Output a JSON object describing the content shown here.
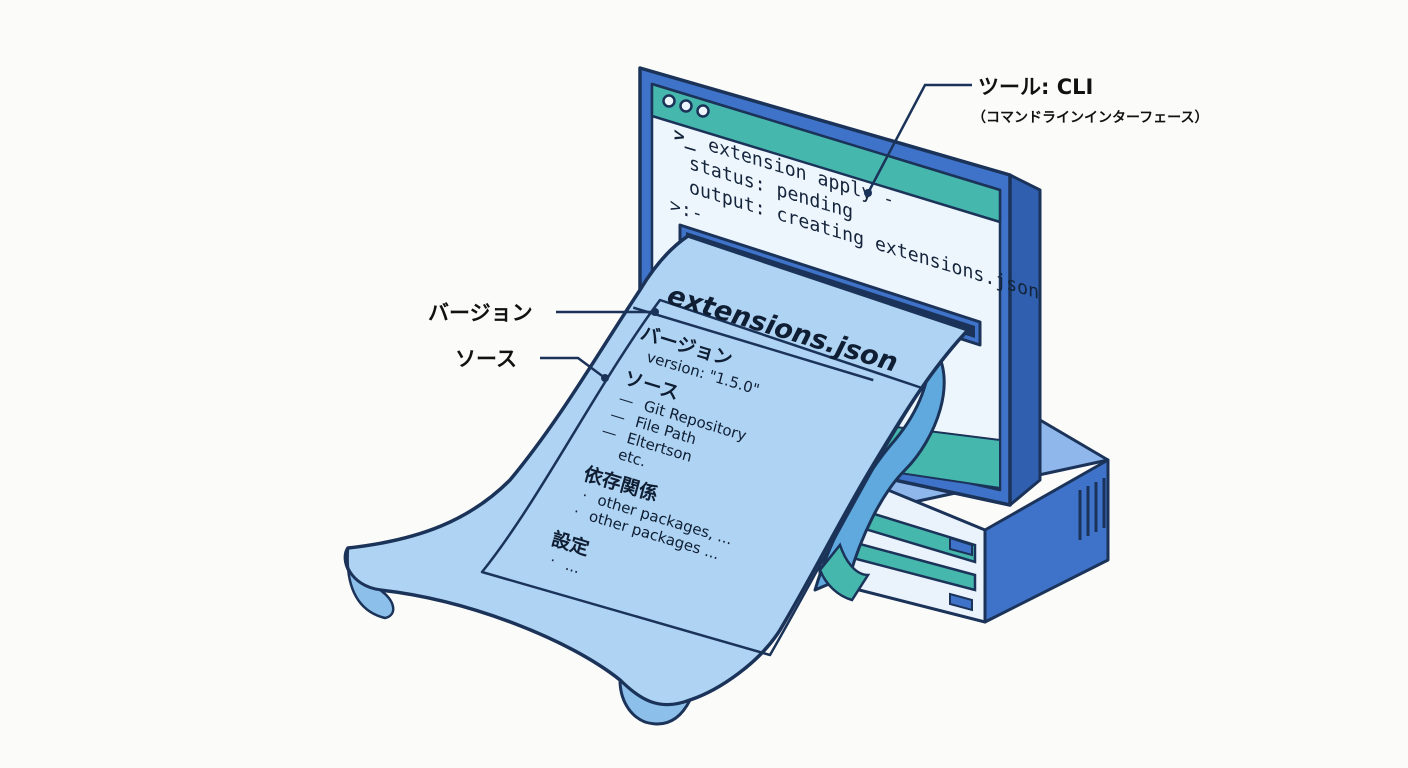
{
  "terminal": {
    "prompt_symbol": ">_",
    "command": "extension apply -",
    "status_line": "status: pending",
    "output_line": "output: creating extensions.json",
    "cursor_line": ">:-"
  },
  "document": {
    "filename": "extensions.json",
    "version_heading": "バージョン",
    "version_value": "version: \"1.5.0\"",
    "source_heading": "ソース",
    "source_items": [
      "Git Repository",
      "File Path",
      "Eltertson",
      "etc."
    ],
    "source_dash": "—",
    "deps_heading": "依存関係",
    "deps_items": [
      "other packages, ...",
      "other packages ..."
    ],
    "settings_heading": "設定",
    "settings_item": "...",
    "bullet": "·"
  },
  "callouts": {
    "tool_label": "ツール: CLI",
    "tool_sublabel": "（コマンドラインインターフェース）",
    "version_label": "バージョン",
    "source_label": "ソース"
  },
  "colors": {
    "outline": "#1b3359",
    "monitor_blue": "#3f73c9",
    "teal": "#46b7ad",
    "paper": "#aed3f3",
    "paper_dark": "#8cc0ea",
    "screen": "#eef6fd"
  }
}
